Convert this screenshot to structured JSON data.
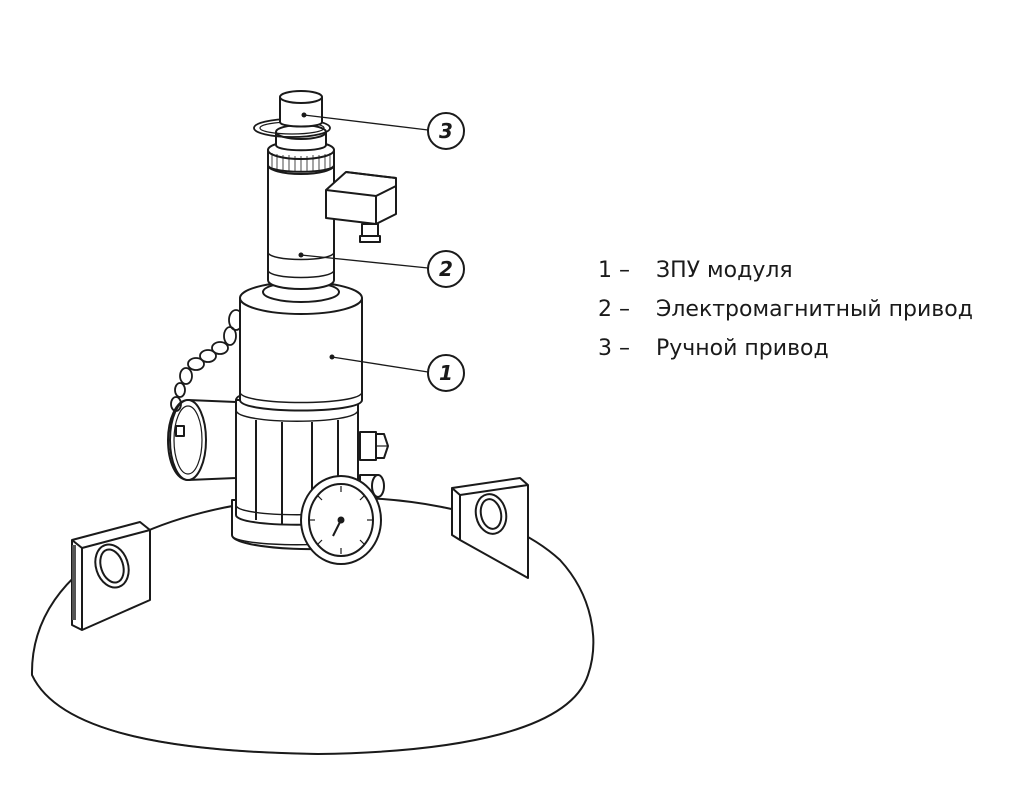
{
  "callouts": [
    {
      "num": "1"
    },
    {
      "num": "2"
    },
    {
      "num": "3"
    }
  ],
  "legend": [
    {
      "num": "1 –",
      "text": "ЗПУ модуля"
    },
    {
      "num": "2 –",
      "text": "Электромагнитный привод"
    },
    {
      "num": "3 –",
      "text": "Ручной привод"
    }
  ]
}
